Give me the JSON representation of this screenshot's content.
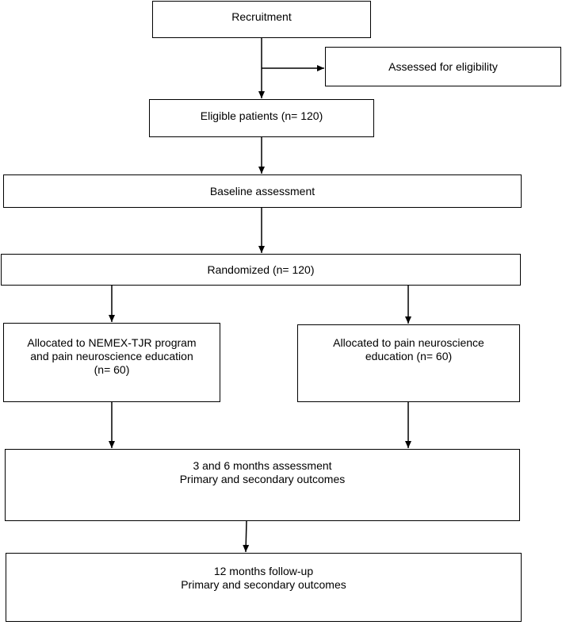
{
  "nodes": {
    "recruitment": {
      "lines": [
        "Recruitment"
      ]
    },
    "assessed": {
      "lines": [
        "Assessed for eligibility"
      ]
    },
    "eligible": {
      "lines": [
        "Eligible patients (n= 120)"
      ]
    },
    "baseline": {
      "lines": [
        "Baseline assessment"
      ]
    },
    "randomized": {
      "lines": [
        "Randomized (n= 120)"
      ]
    },
    "allocated_nemex": {
      "lines": [
        "Allocated to NEMEX-TJR program",
        "and pain neuroscience education",
        "(n= 60)"
      ]
    },
    "allocated_pne": {
      "lines": [
        "Allocated to pain neuroscience",
        "education (n= 60)"
      ]
    },
    "assessment_3_6": {
      "lines": [
        "3 and 6 months assessment",
        "Primary and secondary outcomes"
      ]
    },
    "followup_12": {
      "lines": [
        "12 months follow-up",
        "Primary and secondary outcomes"
      ]
    }
  },
  "edges": [
    {
      "from": "recruitment",
      "to": "eligible"
    },
    {
      "from": "recruitment",
      "to": "assessed"
    },
    {
      "from": "eligible",
      "to": "baseline"
    },
    {
      "from": "baseline",
      "to": "randomized"
    },
    {
      "from": "randomized",
      "to": "allocated_nemex"
    },
    {
      "from": "randomized",
      "to": "allocated_pne"
    },
    {
      "from": "allocated_nemex",
      "to": "assessment_3_6"
    },
    {
      "from": "allocated_pne",
      "to": "assessment_3_6"
    },
    {
      "from": "assessment_3_6",
      "to": "followup_12"
    }
  ],
  "colors": {
    "stroke": "#000000",
    "fill": "#ffffff",
    "text": "#000000"
  }
}
